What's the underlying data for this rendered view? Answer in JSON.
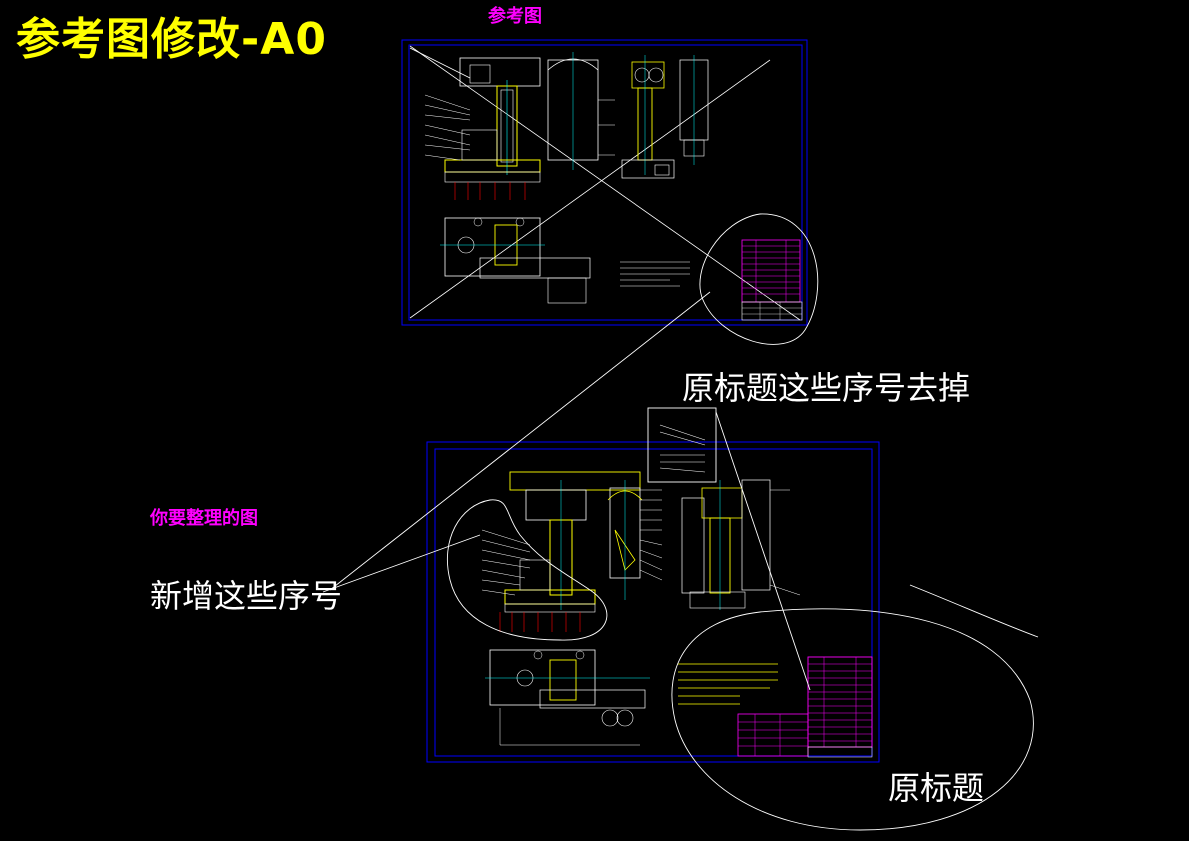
{
  "main_title": "参考图修改-A0",
  "reference_label": "参考图",
  "working_label": "你要整理的图",
  "notes": {
    "remove_numbers": "原标题这些序号去掉",
    "add_numbers": "新增这些序号",
    "original_title": "原标题"
  },
  "colors": {
    "background": "#000000",
    "title": "#ffff00",
    "label": "#ff00ff",
    "frame": "#0000ff",
    "outline": "#ffffff",
    "part": "#ffff00",
    "center": "#00ffff",
    "table": "#ff00ff",
    "annotation": "#ffffff"
  }
}
